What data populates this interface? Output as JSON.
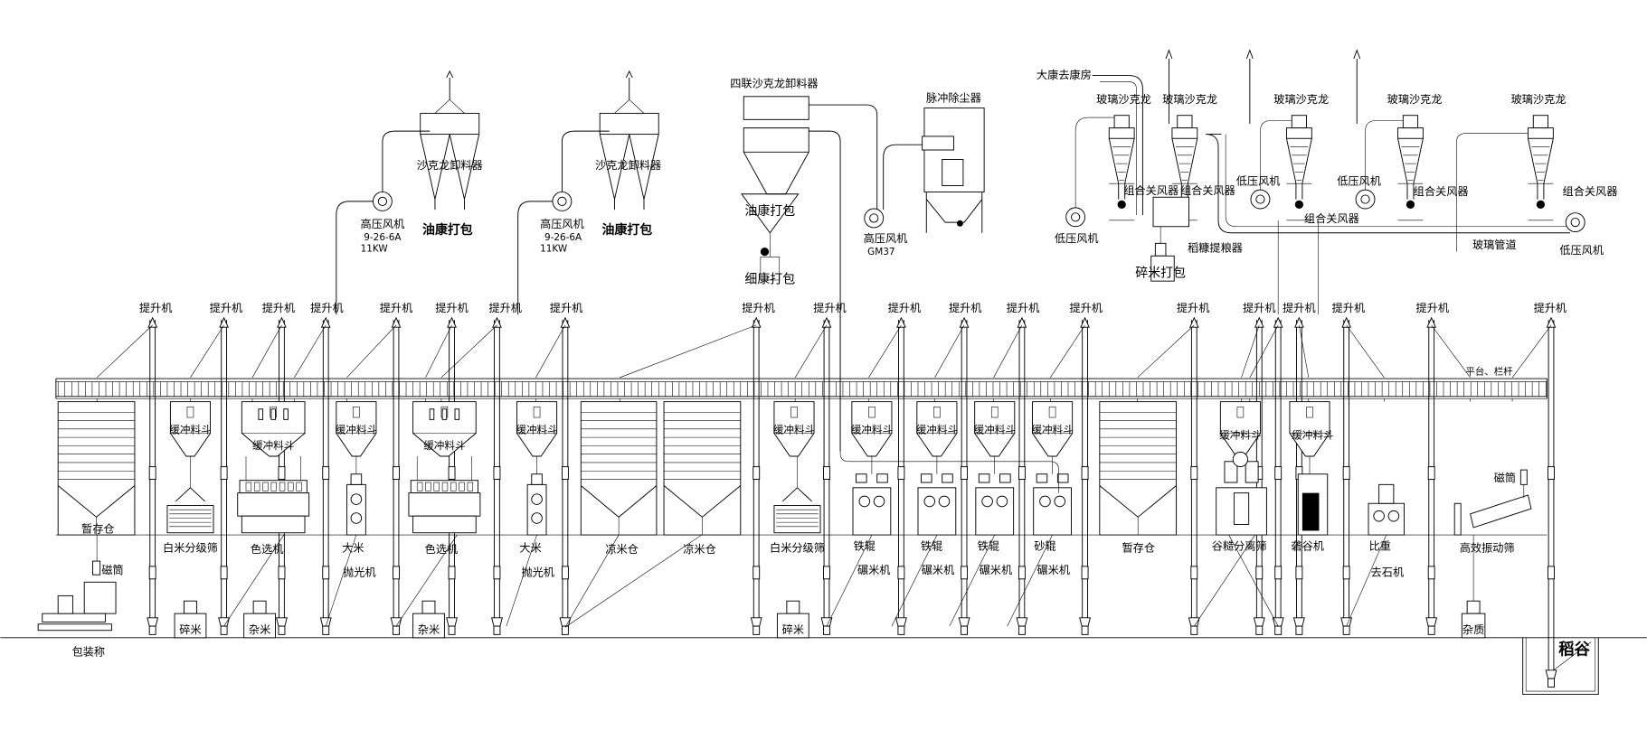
{
  "elevator_label": "提升机",
  "top": {
    "cyclone_unloader": "沙克龙卸料器",
    "bran_bagging": "油康打包",
    "hp_fan": "高压风机",
    "hp_fan_model": "9-26-6A",
    "hp_fan_power": "11KW",
    "four_cyclone": "四联沙克龙卸料器",
    "fine_bran_bagging": "细康打包",
    "pulse_dust_collector": "脉冲除尘器",
    "hp_fan_gm": "GM37",
    "coarse_bran_room": "大康去康房",
    "glass_cyclone": "玻璃沙克龙",
    "airlock": "组合关风器",
    "lp_fan": "低压风机",
    "husk_separator": "稻糠提粮器",
    "broken_rice_bagging": "碎米打包",
    "glass_pipe": "玻璃管道"
  },
  "machines": {
    "temp_bin": "暂存仓",
    "buffer_hopper": "缓冲料斗",
    "white_rice_grader": "白米分级筛",
    "color_sorter": "色选机",
    "polisher_1": "大米",
    "polisher_2": "抛光机",
    "cooling_bin": "凉米仓",
    "iron_roll": "铁辊",
    "sand_roll": "砂辊",
    "whitener": "碾米机",
    "paddy_separator": "谷糙分离筛",
    "husker": "砻谷机",
    "destoner_1": "比重",
    "destoner_2": "去石机",
    "vibro_screen": "高效振动筛",
    "magnet": "磁筒",
    "platform": "平台、栏杆",
    "packing_scale": "包装称",
    "broken_rice": "碎米",
    "mixed_rice": "杂米",
    "impurities": "杂质",
    "paddy": "稻谷"
  }
}
